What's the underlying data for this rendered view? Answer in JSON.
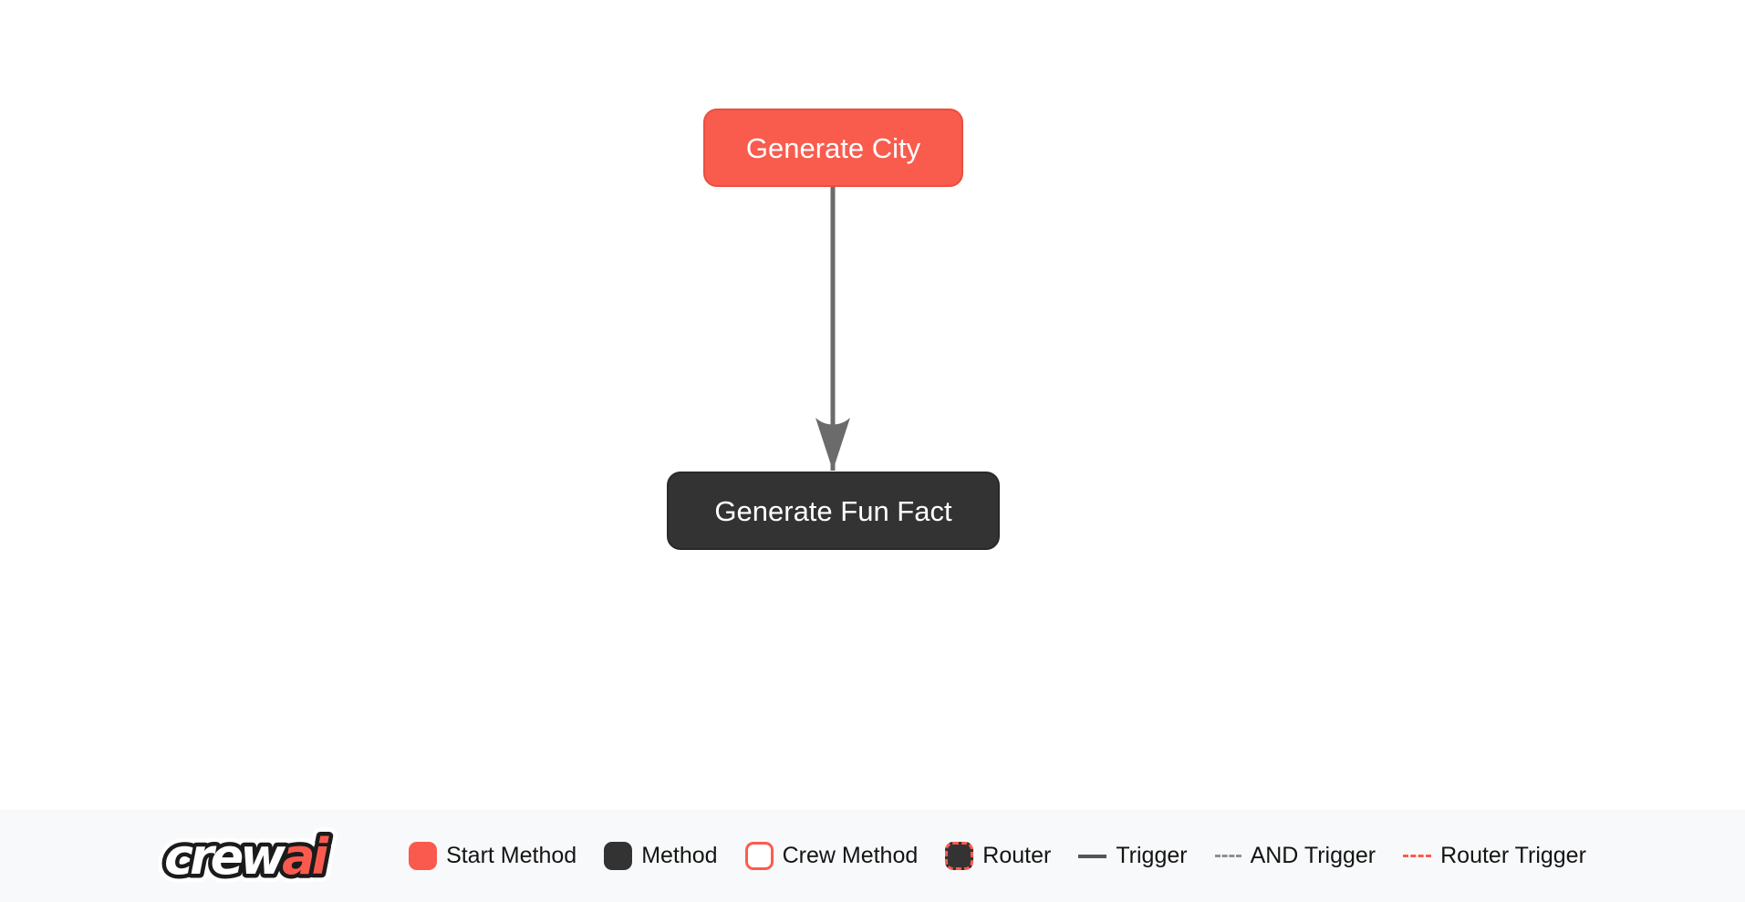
{
  "diagram": {
    "nodes": [
      {
        "id": "generate_city",
        "label": "Generate City",
        "type": "start-method"
      },
      {
        "id": "generate_fun_fact",
        "label": "Generate Fun Fact",
        "type": "method"
      }
    ],
    "edges": [
      {
        "from": "generate_city",
        "to": "generate_fun_fact",
        "type": "trigger"
      }
    ]
  },
  "logo": {
    "text": "crewai",
    "part1": "crew",
    "part2": "ai"
  },
  "legend": {
    "items": [
      {
        "label": "Start Method",
        "swatch": "start-method-swatch"
      },
      {
        "label": "Method",
        "swatch": "method-swatch"
      },
      {
        "label": "Crew Method",
        "swatch": "crew-method-swatch"
      },
      {
        "label": "Router",
        "swatch": "router-swatch"
      },
      {
        "label": "Trigger",
        "swatch": "trigger-line-swatch"
      },
      {
        "label": "AND Trigger",
        "swatch": "and-trigger-line-swatch"
      },
      {
        "label": "Router Trigger",
        "swatch": "router-trigger-line-swatch"
      }
    ]
  },
  "colors": {
    "start_method_fill": "#F95B4D",
    "start_method_border": "#E8503F",
    "method_fill": "#333333",
    "accent_red": "#FF5A50",
    "trigger_gray": "#6B6B6B",
    "legend_bg": "#F8F9FA",
    "canvas_bg": "#FFFFFF"
  }
}
